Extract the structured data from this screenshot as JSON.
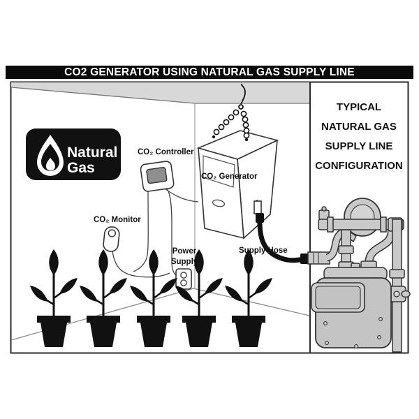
{
  "header": {
    "title": "CO2 GENERATOR USING NATURAL GAS SUPPLY LINE"
  },
  "left_panel": {
    "logo": {
      "line1": "Natural",
      "line2": "Gas"
    },
    "labels": {
      "controller": "CO₂ Controller",
      "generator": "CO₂ Generator",
      "monitor": "CO₂ Monitor",
      "power_line1": "Power",
      "power_line2": "Supply",
      "supply_hose": "Supply Hose"
    },
    "plant_count": 5
  },
  "right_panel": {
    "title_lines": [
      "TYPICAL",
      "NATURAL GAS",
      "SUPPLY LINE",
      "CONFIGURATION"
    ]
  },
  "colors": {
    "ink": "#111111",
    "background": "#ffffff",
    "ceiling_gray": "#d8d8d8",
    "pipe_gray": "#c9c9c9",
    "title_bar": "#0a0a0a"
  }
}
